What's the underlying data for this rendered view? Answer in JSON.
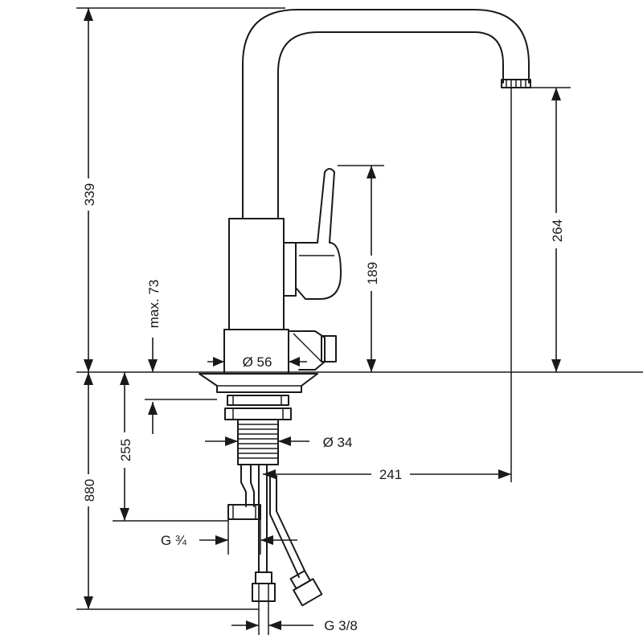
{
  "drawing": {
    "dimensions": {
      "height_total": "339",
      "spout_height": "264",
      "lever_height": "189",
      "max_deck": "max. 73",
      "base_diameter": "Ø 56",
      "hose_length": "880",
      "shank_length": "255",
      "shank_diameter": "Ø 34",
      "reach": "241",
      "thread_shank": "G ¾",
      "thread_hose": "G 3/8"
    }
  }
}
